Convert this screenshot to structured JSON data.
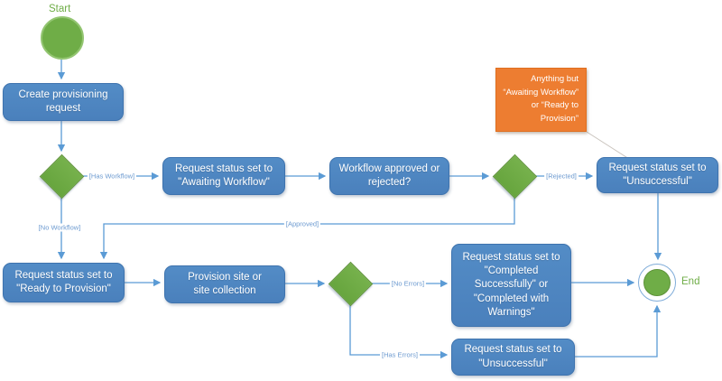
{
  "diagram": {
    "type": "flowchart",
    "topic": "Provisioning request workflow"
  },
  "nodes": {
    "start_label": "Start",
    "end_label": "End",
    "create_request": "Create provisioning request",
    "awaiting_workflow": "Request status set to \"Awaiting Workflow\"",
    "workflow_question": "Workflow approved or rejected?",
    "unsuccessful_top": "Request status set to \"Unsuccessful\"",
    "ready_to_provision": "Request status set to \"Ready to Provision\"",
    "provision_site": "Provision site or site collection",
    "completed": "Request status set to \"Completed Successfully\" or \"Completed with Warnings\"",
    "unsuccessful_bottom": "Request status set to \"Unsuccessful\"",
    "callout_note": "Anything but “Awaiting Workflow” or “Ready to Provision”"
  },
  "edge_labels": {
    "has_workflow": "[Has Workflow]",
    "no_workflow": "[No Workflow]",
    "rejected": "[Rejected]",
    "approved": "[Approved]",
    "no_errors": "[No Errors]",
    "has_errors": "[Has Errors]"
  },
  "colors": {
    "process_blue": "#4e87c4",
    "decision_green": "#70ad47",
    "terminal_green": "#6fad47",
    "callout_orange": "#ed7d31",
    "connector_blue": "#5b9bd5",
    "label_blue": "#6c9ad0",
    "background": "#ffffff"
  }
}
